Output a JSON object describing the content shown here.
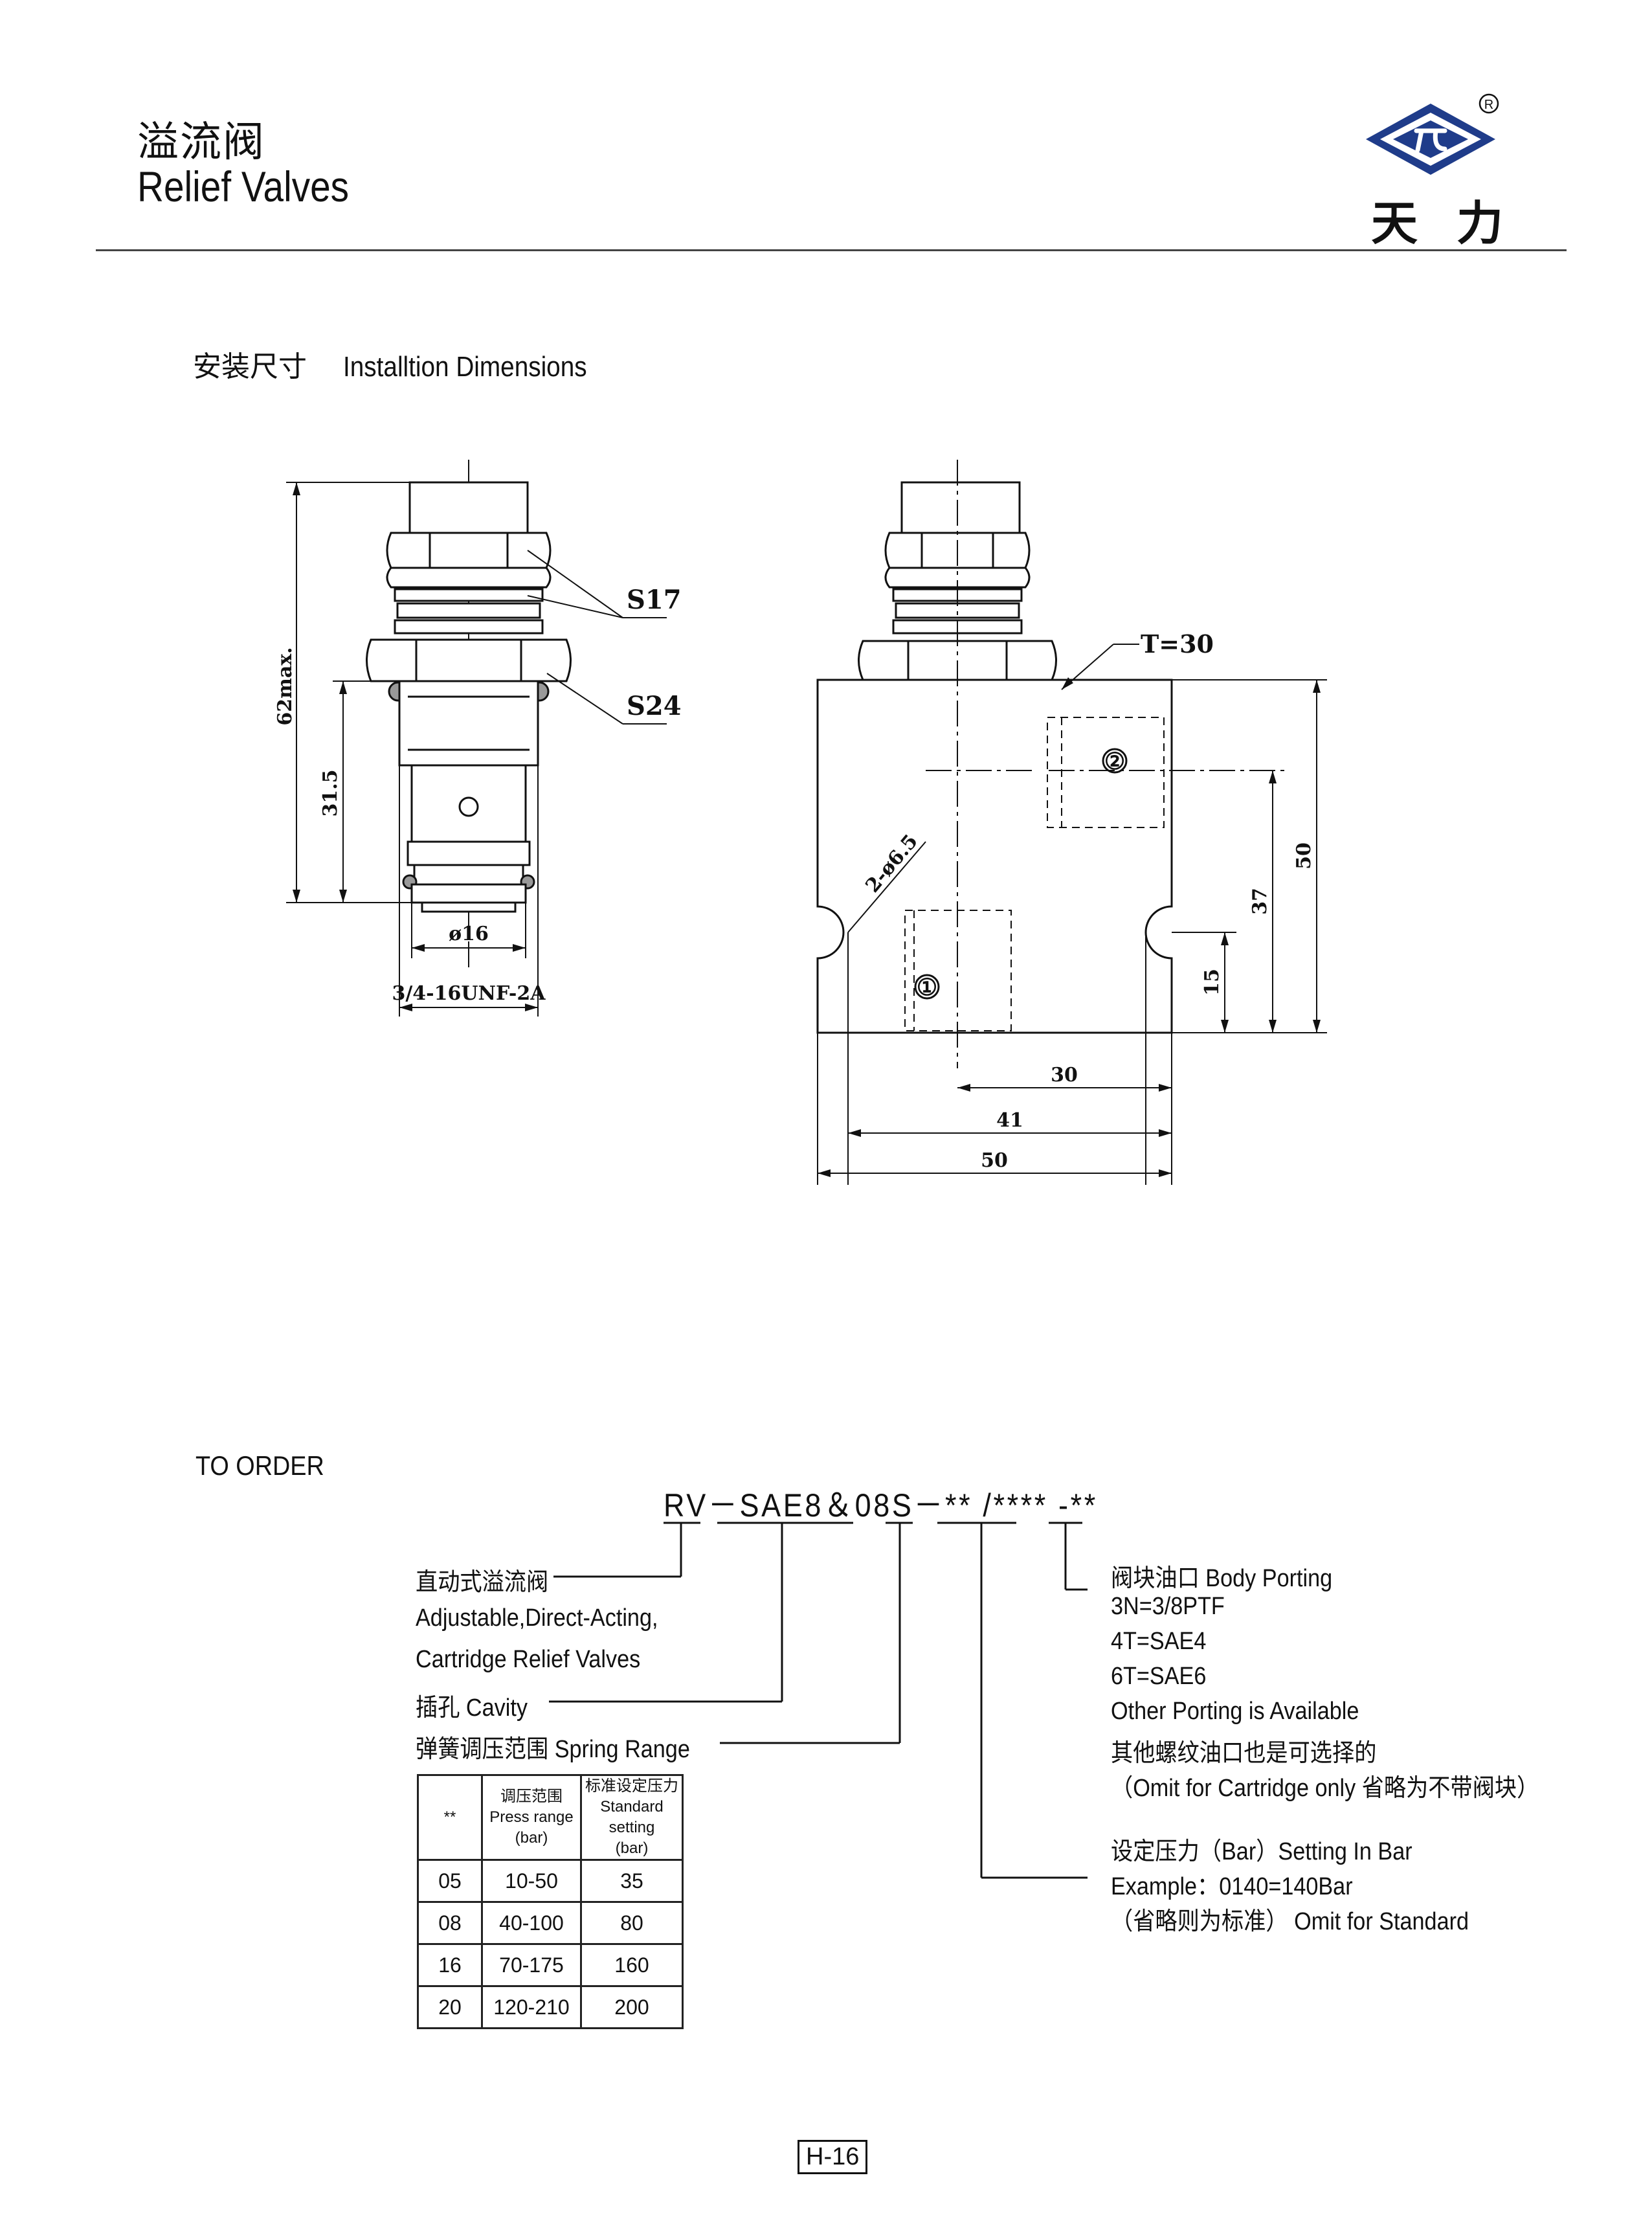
{
  "header": {
    "title_cn": "溢流阀",
    "title_en": "Relief Valves",
    "brand_name": "天力",
    "brand_mark": "registered-mark",
    "brand_color": "#1f3c8a"
  },
  "section": {
    "title_cn": "安装尺寸",
    "title_en": "Installtion Dimensions"
  },
  "drawing": {
    "left_view": {
      "hex_upper": "S17",
      "hex_lower": "S24",
      "overall_height": "62max.",
      "seat_height": "31.5",
      "diameter": "ø16",
      "thread": "3/4-16UNF-2A"
    },
    "right_view": {
      "thickness": "T=30",
      "port_1": "①",
      "port_2": "②",
      "mount_holes": "2-ø6.5",
      "h_50": "50",
      "h_37": "37",
      "h_15": "15",
      "w_30": "30",
      "w_41": "41",
      "w_50": "50"
    }
  },
  "order": {
    "title": "TO ORDER",
    "code": "RV－SAE8＆08S－**  /****  -**",
    "left_labels": {
      "type_cn": "直动式溢流阀",
      "type_en_1": "Adjustable,Direct-Acting,",
      "type_en_2": "Cartridge Relief Valves",
      "cavity": "插孔 Cavity",
      "spring": "弹簧调压范围  Spring Range"
    },
    "table": {
      "headers": [
        "**",
        "调压范围\nPress range\n(bar)",
        "标准设定压力\nStandard setting\n(bar)"
      ],
      "rows": [
        [
          "05",
          "10-50",
          "35"
        ],
        [
          "08",
          "40-100",
          "80"
        ],
        [
          "16",
          "70-175",
          "160"
        ],
        [
          "20",
          "120-210",
          "200"
        ]
      ]
    },
    "right_labels": {
      "porting_title": "阀块油口  Body Porting",
      "porting_1": "3N=3/8PTF",
      "porting_2": "4T=SAE4",
      "porting_3": "6T=SAE6",
      "porting_other_en": "Other Porting is Available",
      "porting_other_cn": "其他螺纹油口也是可选择的",
      "porting_omit": "（Omit for Cartridge only 省略为不带阀块）",
      "setting_title": "设定压力（Bar）Setting In Bar",
      "setting_example": "Example：0140=140Bar",
      "setting_omit": "（省略则为标准） Omit for Standard"
    }
  },
  "page": {
    "number": "H-16"
  }
}
